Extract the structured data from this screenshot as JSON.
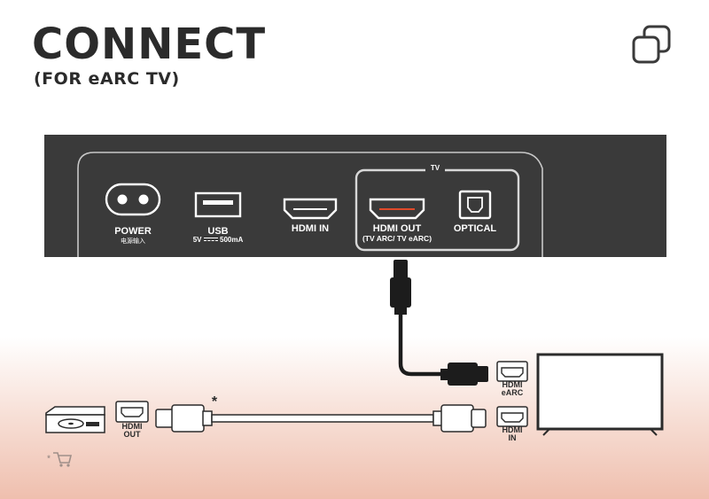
{
  "header": {
    "title": "CONNECT",
    "subtitle": "(FOR eARC TV)"
  },
  "panel": {
    "tv_group_label": "TV",
    "ports": {
      "power": {
        "label": "POWER",
        "sub": "电源输入"
      },
      "usb": {
        "label": "USB",
        "sub_left": "5V",
        "sub_right": "500mA"
      },
      "hdmi_in": {
        "label": "HDMI IN"
      },
      "hdmi_out": {
        "label": "HDMI OUT",
        "sub": "(TV ARC/ TV eARC)"
      },
      "optical": {
        "label": "OPTICAL"
      }
    }
  },
  "devices": {
    "player_port": {
      "line1": "HDMI",
      "line2": "OUT"
    },
    "cable_note": "*",
    "tv_port_earc": {
      "line1": "HDMI",
      "line2": "eARC"
    },
    "tv_port_in": {
      "line1": "HDMI",
      "line2": "IN"
    }
  },
  "footer": {
    "cart_note": "*"
  },
  "colors": {
    "panel_bg": "#3a3a3a",
    "accent_red": "#e04a2a",
    "ink": "#2b2b2b",
    "gradient_bottom": "#efbfae"
  },
  "icons": [
    "copy-icon",
    "power-port-icon",
    "usb-port-icon",
    "hdmi-in-port-icon",
    "hdmi-out-port-icon",
    "optical-port-icon",
    "hdmi-plug-icon",
    "media-player-icon",
    "tv-icon",
    "cart-icon"
  ]
}
